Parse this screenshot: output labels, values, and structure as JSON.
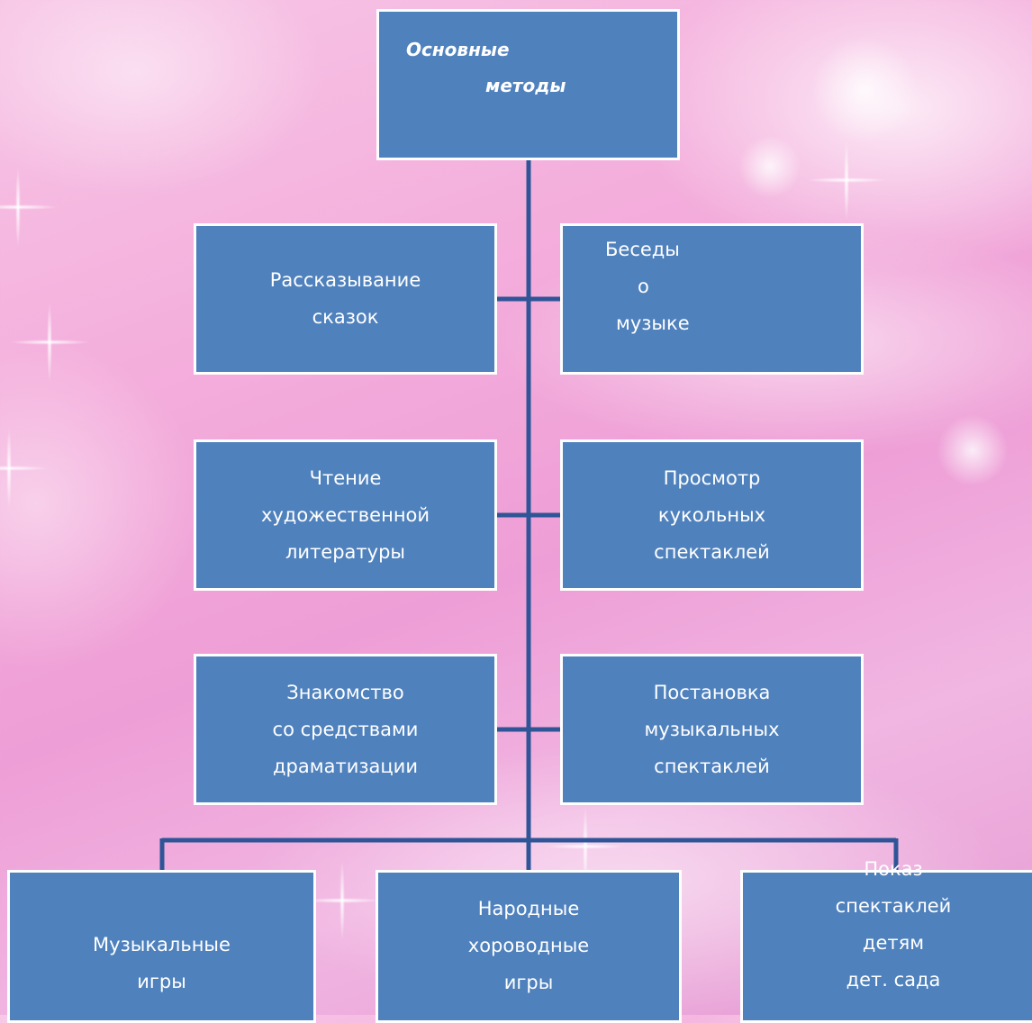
{
  "diagram": {
    "root": {
      "lines": [
        "Основные",
        "методы"
      ]
    },
    "left": [
      {
        "lines": [
          "Рассказывание",
          "сказок"
        ]
      },
      {
        "lines": [
          "Чтение",
          "художественной",
          "литературы"
        ]
      },
      {
        "lines": [
          "Знакомство",
          "со средствами",
          "драматизации"
        ]
      }
    ],
    "right": [
      {
        "lines": [
          "Беседы",
          "о",
          "музыке"
        ]
      },
      {
        "lines": [
          "Просмотр",
          "кукольных",
          "спектаклей"
        ]
      },
      {
        "lines": [
          "Постановка",
          "музыкальных",
          "спектаклей"
        ]
      }
    ],
    "bottom": [
      {
        "lines": [
          "Музыкальные",
          "игры"
        ]
      },
      {
        "lines": [
          "Народные",
          "хороводные",
          "игры"
        ]
      },
      {
        "lines": [
          "Показ",
          "спектаклей",
          "детям",
          "дет. сада"
        ]
      }
    ]
  },
  "colors": {
    "box_fill": "#4f81bd",
    "box_border": "#ffffff",
    "connector": "#2f5597",
    "text": "#ffffff"
  }
}
